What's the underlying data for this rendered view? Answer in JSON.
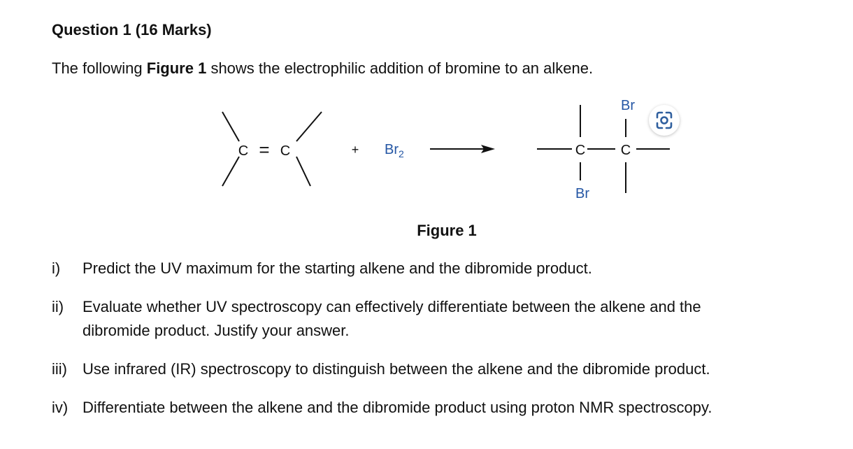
{
  "question": {
    "heading": "Question 1 (16 Marks)",
    "intro_prefix": "The following ",
    "intro_bold": "Figure 1",
    "intro_suffix": " shows the electrophilic addition of bromine to an alkene."
  },
  "figure": {
    "caption": "Figure 1",
    "reactant_atom_1": "C",
    "double_bond": "=",
    "reactant_atom_2": "C",
    "plus": "+",
    "reagent_symbol": "Br",
    "reagent_subscript": "2",
    "product_carbon_1": "C",
    "product_carbon_2": "C",
    "product_br_top": "Br",
    "product_br_bottom": "Br",
    "colors": {
      "bromine": "#2456a4",
      "bonds": "#111111"
    }
  },
  "items": [
    {
      "num": "i)",
      "text": "Predict the UV maximum for the starting alkene and the dibromide product."
    },
    {
      "num": "ii)",
      "text": "Evaluate whether UV spectroscopy can effectively differentiate between the alkene and the",
      "text_cont": "dibromide product. Justify your answer."
    },
    {
      "num": "iii)",
      "text": "Use infrared (IR) spectroscopy to distinguish between the alkene and the dibromide product."
    },
    {
      "num": "iv)",
      "text": "Differentiate between the alkene and the dibromide product using proton NMR spectroscopy."
    }
  ],
  "overlay": {
    "icon": "lens-icon"
  }
}
